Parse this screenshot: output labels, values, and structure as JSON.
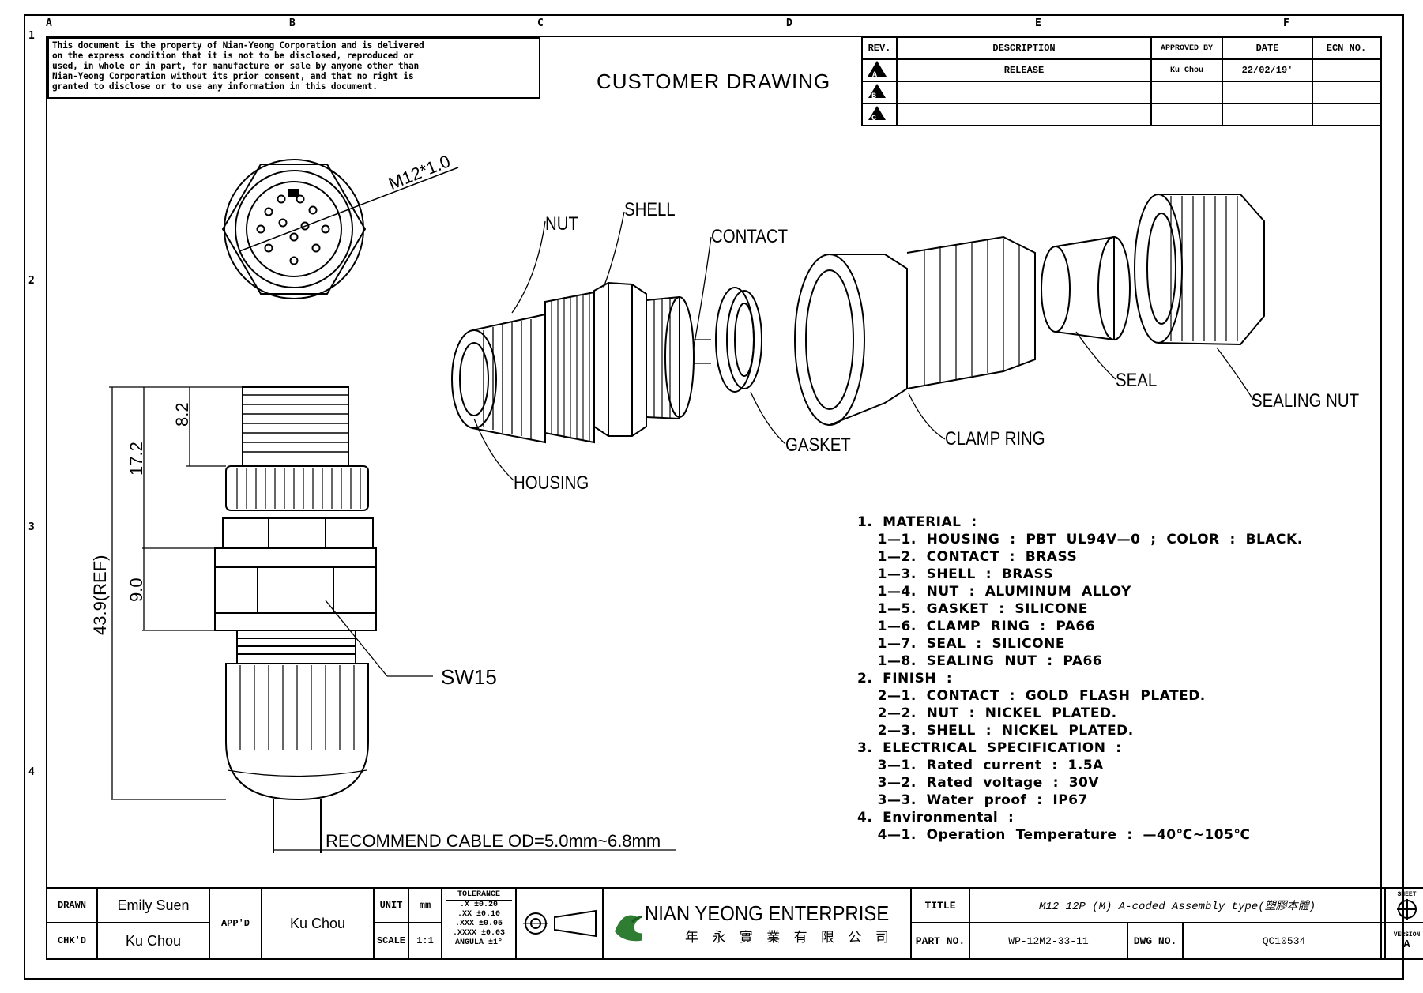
{
  "zones": {
    "columns": [
      "A",
      "B",
      "C",
      "D",
      "E",
      "F"
    ],
    "rows": [
      "1",
      "2",
      "3",
      "4"
    ]
  },
  "property_notice": [
    "This document is the property of Nian-Yeong Corporation and is delivered",
    "on  the  express condition that it is not to be disclosed, reproduced or",
    "used, in whole or in part, for manufacture or sale by anyone other than",
    "Nian-Yeong Corporation without  its prior consent, and that  no right  is",
    "granted to disclose or to use any information in this  document."
  ],
  "customer_drawing": "CUSTOMER  DRAWING",
  "revision_table": {
    "headers": [
      "REV.",
      "DESCRIPTION",
      "APPROVED BY",
      "DATE",
      "ECN NO."
    ],
    "rows": [
      {
        "rev": "A",
        "description": "RELEASE",
        "approved_by": "Ku Chou",
        "date": "22/02/19'",
        "ecn": ""
      },
      {
        "rev": "B",
        "description": "",
        "approved_by": "",
        "date": "",
        "ecn": ""
      },
      {
        "rev": "C",
        "description": "",
        "approved_by": "",
        "date": "",
        "ecn": ""
      }
    ]
  },
  "front_view": {
    "thread_label": "M12*1.0"
  },
  "side_view": {
    "dim_8_2": "8.2",
    "dim_17_2": "17.2",
    "dim_9_0": "9.0",
    "dim_total": "43.9(REF)",
    "wrench": "SW15",
    "cable_note": "RECOMMEND  CABLE  OD=5.0mm~6.8mm"
  },
  "exploded_labels": {
    "nut": "NUT",
    "shell": "SHELL",
    "contact": "CONTACT",
    "housing": "HOUSING",
    "gasket": "GASKET",
    "clamp_ring": "CLAMP  RING",
    "seal": "SEAL",
    "sealing_nut": "SEALING  NUT"
  },
  "notes": [
    "1.  MATERIAL  :",
    "    1—1.  HOUSING  :  PBT  UL94V—0  ;  COLOR  :  BLACK.",
    "    1—2.  CONTACT  :  BRASS",
    "    1—3.  SHELL  :  BRASS",
    "    1—4.  NUT  :  ALUMINUM  ALLOY",
    "    1—5.  GASKET  :  SILICONE",
    "    1—6.  CLAMP  RING  :  PA66",
    "    1—7.  SEAL  :  SILICONE",
    "    1—8.  SEALING  NUT  :  PA66",
    "2.  FINISH  :",
    "    2—1.  CONTACT  :  GOLD  FLASH  PLATED.",
    "    2—2.  NUT  :  NICKEL  PLATED.",
    "    2—3.  SHELL  :  NICKEL  PLATED.",
    "3.  ELECTRICAL  SPECIFICATION  :",
    "    3—1.  Rated  current  :  1.5A",
    "    3—2.  Rated  voltage  :  30V",
    "    3—3.  Water  proof  :  IP67",
    "4.  Environmental  :",
    "    4—1.  Operation  Temperature  :  —40℃~105℃"
  ],
  "title_block": {
    "drawn_label": "DRAWN",
    "drawn": "Emily  Suen",
    "chkd_label": "CHK'D",
    "chkd": "Ku  Chou",
    "appd_label": "APP'D",
    "appd": "Ku  Chou",
    "unit_label": "UNIT",
    "unit": "mm",
    "scale_label": "SCALE",
    "scale": "1:1",
    "tolerance_title": "TOLERANCE",
    "tolerance": [
      ".X  ±0.20",
      ".XX  ±0.10",
      ".XXX  ±0.05",
      ".XXXX  ±0.03",
      "ANGULA  ±1°"
    ],
    "company_en": "NIAN YEONG ENTERPRISE",
    "company_zh": "年 永 實 業 有 限 公 司",
    "title_label": "TITLE",
    "title": "M12  12P  (M)  A-coded  Assembly  type(塑膠本體)",
    "partno_label": "PART  NO.",
    "partno": "WP-12M2-33-11",
    "dwgno_label": "DWG  NO.",
    "dwgno": "QC10534",
    "sheet_label": "SHEET",
    "version_label": "VERSION",
    "version": "A"
  }
}
